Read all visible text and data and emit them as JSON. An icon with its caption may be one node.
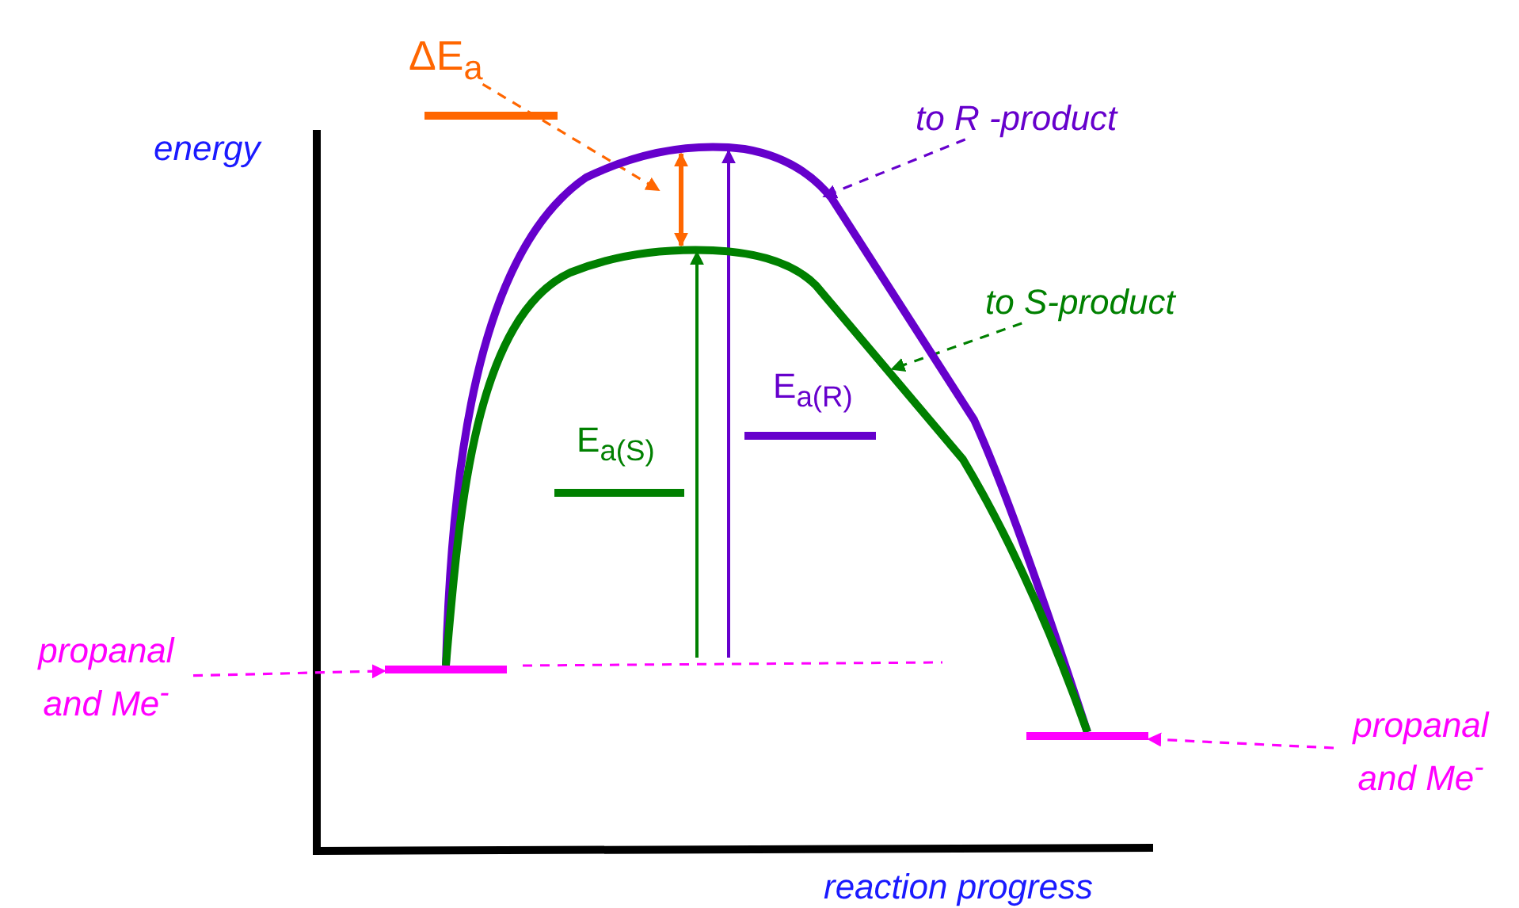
{
  "diagram": {
    "nodes": [
      {
        "text": [
          "ΔE$_{a}$"
        ]
      },
      {
        "text": [
          "to R -product"
        ]
      },
      {
        "text": [
          "to S-product"
        ]
      },
      {
        "text": [
          "propanal and Me$^{-}$"
        ]
      },
      {
        "text": [],
        "shape": "bar"
      },
      {
        "text": [],
        "shape": "bar"
      },
      {
        "text": [
          "propanal and Me$^{-}$"
        ]
      }
    ],
    "edges": [
      {
        "from": 0,
        "to": null,
        "arrow": "to",
        "style": "dashed",
        "color": "#ff6600"
      },
      {
        "from": 1,
        "to": null,
        "arrow": "to",
        "style": "dashed",
        "color": "#6600cc"
      },
      {
        "from": 2,
        "to": null,
        "arrow": "to",
        "style": "dashed",
        "color": "#008000"
      },
      {
        "from": 3,
        "to": 4,
        "arrow": "to",
        "style": "dashed",
        "color": "#ff00ff"
      },
      {
        "from": 6,
        "to": 5,
        "arrow": "to",
        "style": "dashed",
        "color": "#ff00ff"
      },
      {
        "from": 4,
        "to": 5,
        "arrow": "none",
        "style": "thick",
        "color": "#6600cc"
      },
      {
        "from": 4,
        "to": 5,
        "arrow": "none",
        "style": "thick",
        "color": "#008000"
      }
    ],
    "labels": [
      "energy",
      "reaction progress",
      "E$_{a(S)}$",
      "E$_{a(R)}$"
    ]
  }
}
